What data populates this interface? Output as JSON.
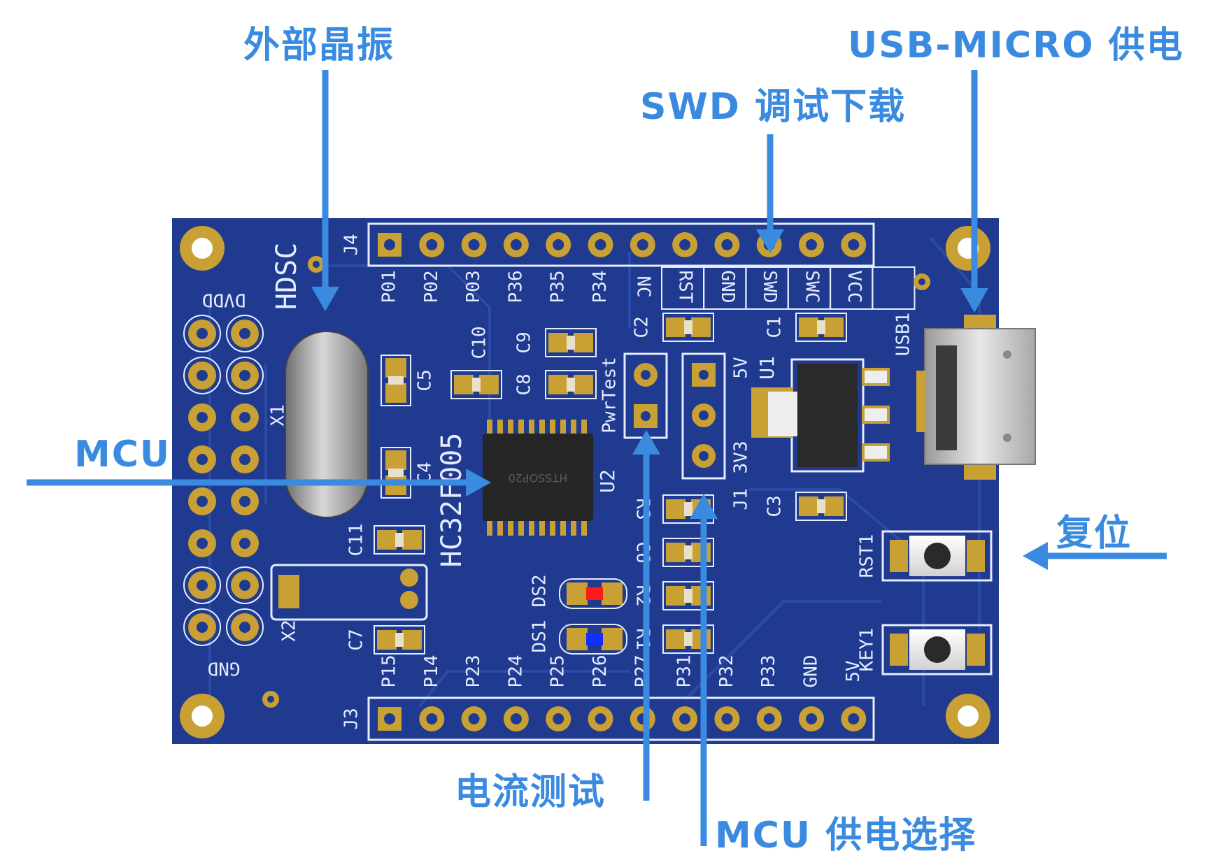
{
  "callouts": {
    "crystal": "外部晶振",
    "usb": "USB-MICRO 供电",
    "swd": "SWD 调试下载",
    "mcu": "MCU",
    "reset": "复位",
    "current": "电流测试",
    "power_select": "MCU 供电选择"
  },
  "board": {
    "brand": "HDSC",
    "chip_name": "HC32F005",
    "chip_package": "HTSSOP20",
    "headers": {
      "j4": "J4",
      "j3": "J3",
      "j1": "J1",
      "pwrtest": "PwrTest"
    },
    "j4_pins": [
      "P01",
      "P02",
      "P03",
      "P36",
      "P35",
      "P34",
      "NC",
      "RST",
      "GND",
      "SWD",
      "SWC",
      "VCC"
    ],
    "j3_pins": [
      "P15",
      "P14",
      "P23",
      "P24",
      "P25",
      "P26",
      "P27",
      "P31",
      "P32",
      "P33",
      "GND",
      "5V"
    ],
    "components": {
      "x1": "X1",
      "x2": "X2",
      "u1": "U1",
      "u2": "U2",
      "usb1": "USB1",
      "c1": "C1",
      "c2": "C2",
      "c3": "C3",
      "c4": "C4",
      "c5": "C5",
      "c7": "C7",
      "c8": "C8",
      "c9": "C9",
      "c10": "C10",
      "c11": "C11",
      "r1": "R1",
      "r2": "R2",
      "r3": "R3",
      "c6": "C6",
      "ds1": "DS1",
      "ds2": "DS2",
      "rst1": "RST1",
      "key1": "KEY1",
      "v5": "5V",
      "v33": "3V3",
      "dvdd": "DVDD",
      "gnd": "GND"
    }
  },
  "colors": {
    "callout": "#3a8be0",
    "pcb": "#1f3a8f",
    "pad": "#c9a034",
    "silk": "#e6ecff",
    "led_red": "#ff1a1a",
    "led_blue": "#1030ff"
  }
}
